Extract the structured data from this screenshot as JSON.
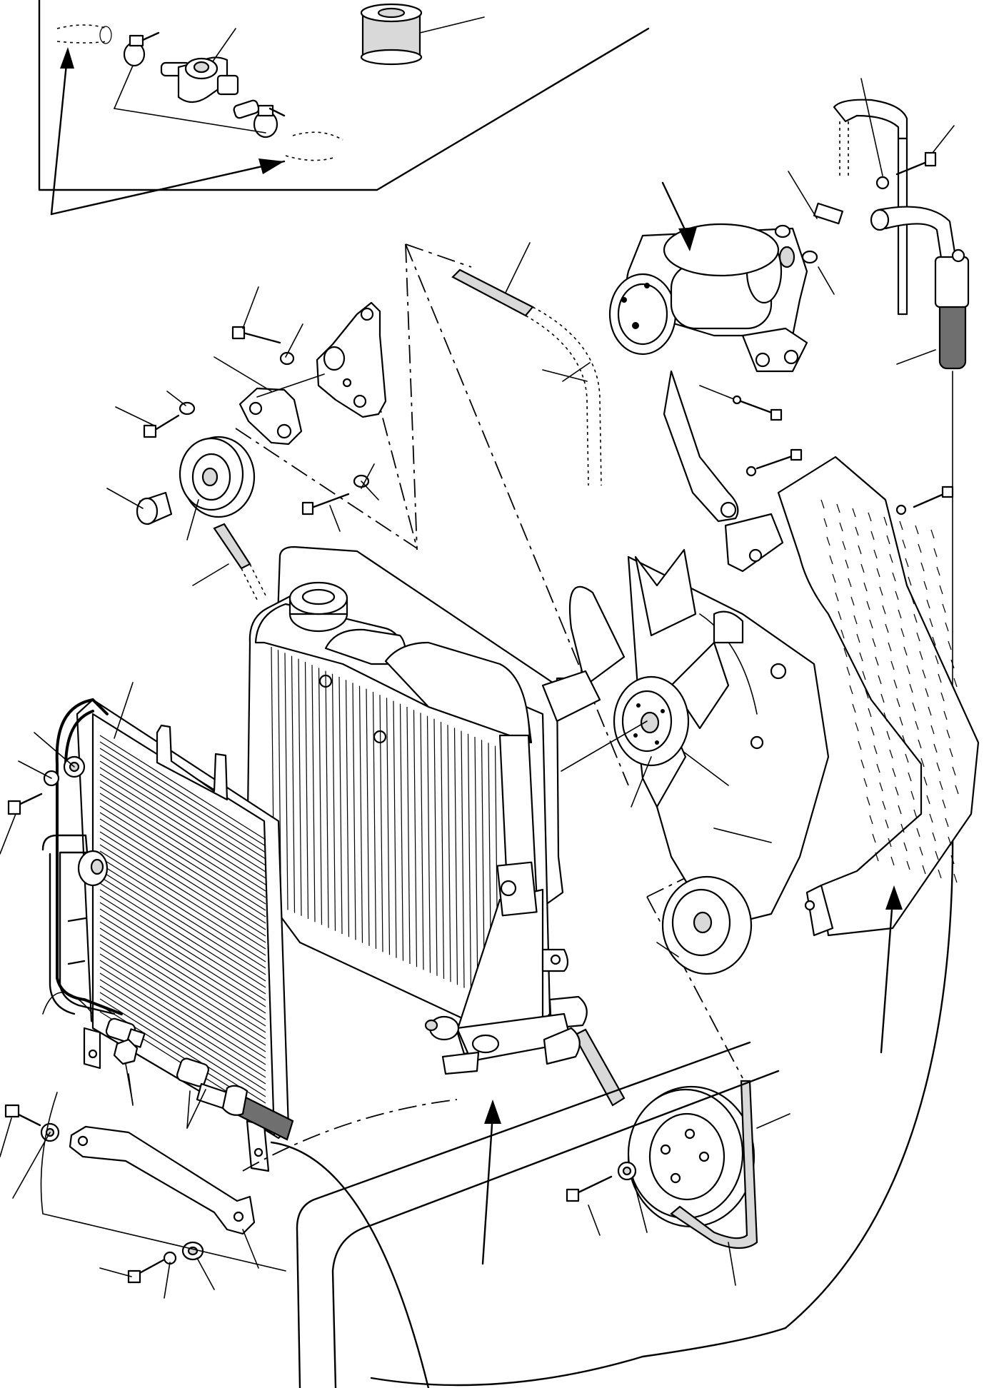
{
  "figure": {
    "description_visible_text": "",
    "colors": {
      "ink": "#000000",
      "paper": "#ffffff",
      "shade_light": "#d9d9d9",
      "shade_dark": "#6f6f6f"
    },
    "parts": [
      {
        "id": "detail-inset",
        "icon": "inset-frame"
      },
      {
        "id": "tap-valve",
        "icon": "valve-icon"
      },
      {
        "id": "hose-clamp",
        "icon": "clamp-icon"
      },
      {
        "id": "filter-cylinder",
        "icon": "cylinder-icon"
      },
      {
        "id": "ac-compressor",
        "icon": "compressor-icon"
      },
      {
        "id": "compressor-bracket",
        "icon": "bracket-icon"
      },
      {
        "id": "refrigerant-hose",
        "icon": "hose-icon"
      },
      {
        "id": "tensioner-bracket",
        "icon": "bracket-icon"
      },
      {
        "id": "idler-pulley",
        "icon": "pulley-icon"
      },
      {
        "id": "drive-belt",
        "icon": "belt-icon"
      },
      {
        "id": "radiator",
        "icon": "radiator-icon"
      },
      {
        "id": "condenser",
        "icon": "condenser-icon"
      },
      {
        "id": "engine-fan",
        "icon": "fan-icon"
      },
      {
        "id": "fan-shroud",
        "icon": "shroud-icon"
      },
      {
        "id": "crank-pulley",
        "icon": "pulley-icon"
      },
      {
        "id": "support-bar",
        "icon": "bar-icon"
      },
      {
        "id": "frame-outline",
        "icon": "frame-icon"
      }
    ]
  }
}
